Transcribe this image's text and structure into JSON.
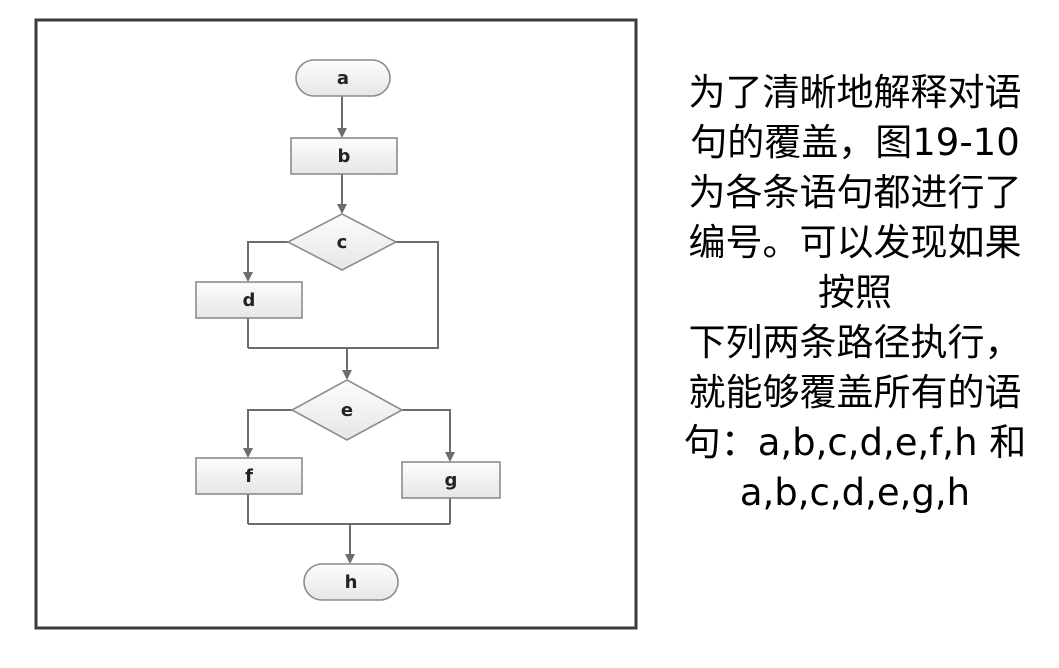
{
  "diagram": {
    "nodes": {
      "a": "a",
      "b": "b",
      "c": "c",
      "d": "d",
      "e": "e",
      "f": "f",
      "g": "g",
      "h": "h"
    }
  },
  "caption": {
    "lines": [
      "为了清晰地解释对语",
      "句的覆盖，图19-10",
      "为各条语句都进行了",
      "编号。可以发现如果",
      "按照",
      "下列两条路径执行，",
      "就能够覆盖所有的语",
      "句：a,b,c,d,e,f,h 和",
      "a,b,c,d,e,g,h"
    ]
  }
}
